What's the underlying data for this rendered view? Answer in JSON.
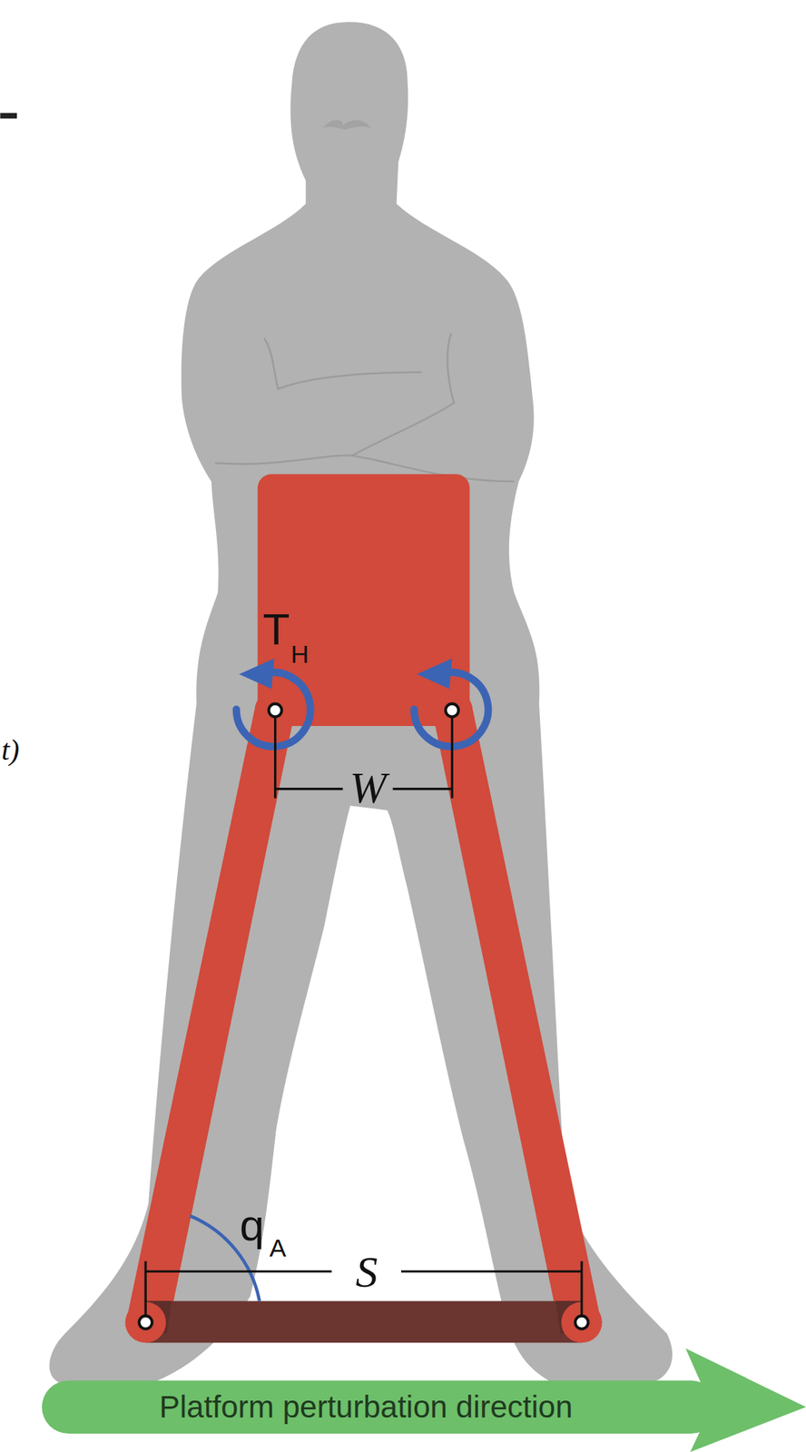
{
  "diagram": {
    "nodes": [
      {
        "text": [
          "Platform perturbation direction"
        ]
      }
    ],
    "labels": [
      "t)",
      "T",
      "H",
      "W",
      "q",
      "A",
      "S"
    ]
  }
}
